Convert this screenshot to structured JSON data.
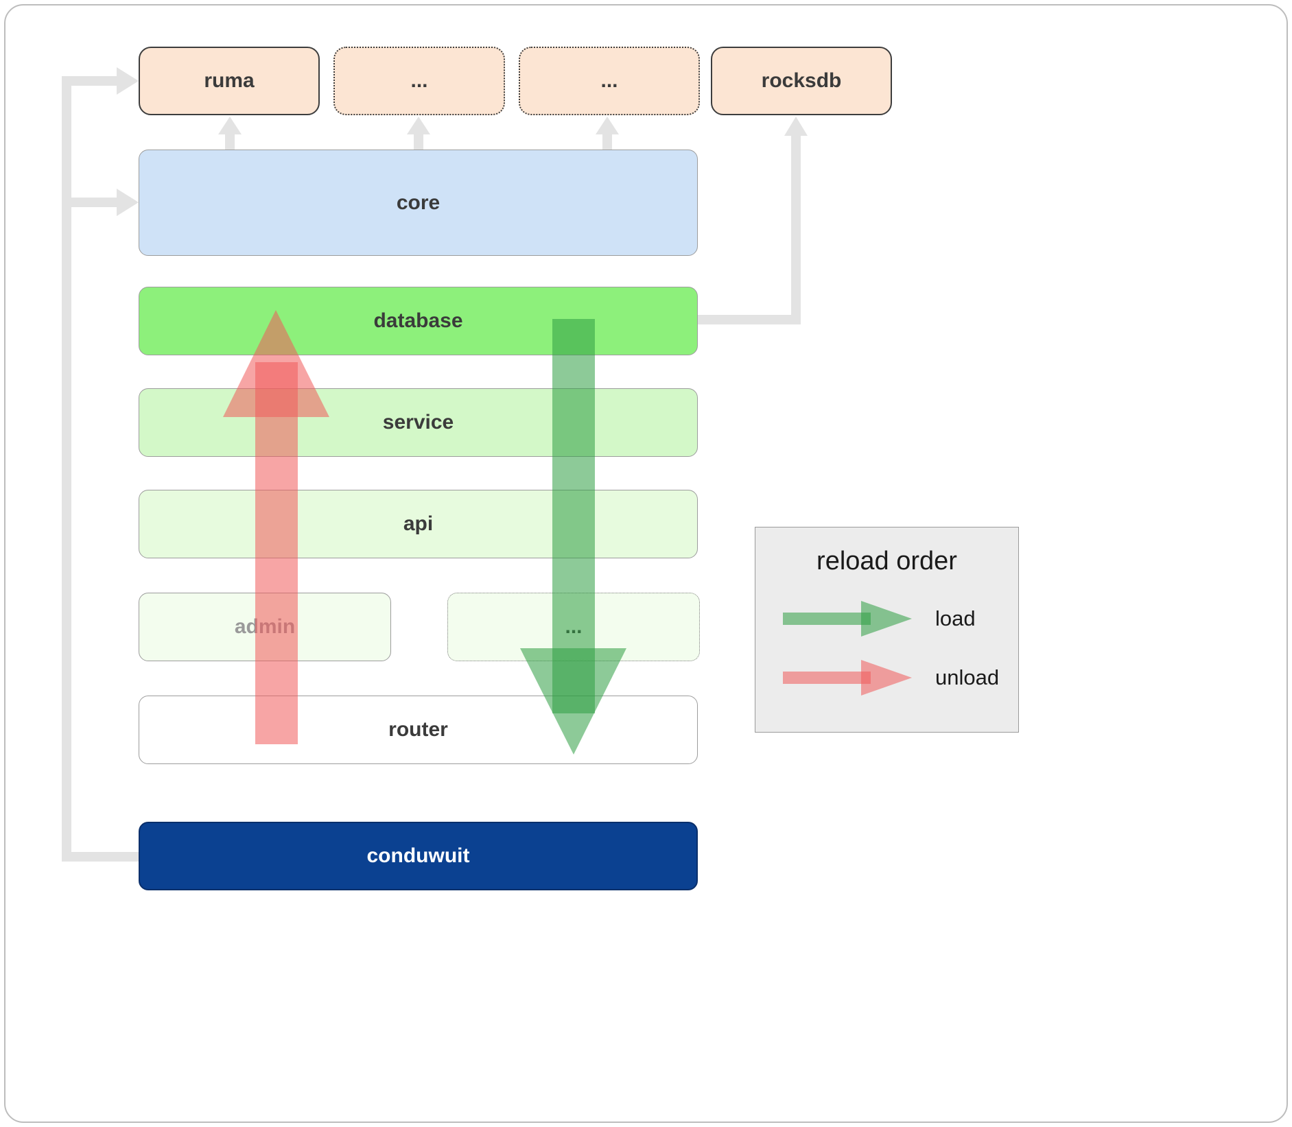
{
  "colors": {
    "peach_fill": "#fce5d3",
    "peach_border": "#3d3d3d",
    "blue_fill": "#cfe2f7",
    "green_db": "#8df07b",
    "green_service": "#d3f8c8",
    "green_api": "#e7fbde",
    "green_module": "#f3fdee",
    "router_fill": "#ffffff",
    "navy_fill": "#0b4191",
    "box_border": "#9c9c9c",
    "gray_arrow": "#e3e3e3",
    "load_arrow": "#2f9e44",
    "unload_arrow": "#f15b5b",
    "text_dark": "#3b3b3b",
    "text_muted": "#9a9a9a",
    "text_light": "#ffffff",
    "legend_bg": "#ececec",
    "legend_border": "#9a9a9a"
  },
  "nodes": {
    "ruma": "ruma",
    "ellipsis1": "...",
    "ellipsis2": "...",
    "rocksdb": "rocksdb",
    "core": "core",
    "database": "database",
    "service": "service",
    "api": "api",
    "admin": "admin",
    "module_ellipsis": "...",
    "router": "router",
    "conduwuit": "conduwuit"
  },
  "legend": {
    "title": "reload order",
    "load_label": "load",
    "unload_label": "unload"
  }
}
